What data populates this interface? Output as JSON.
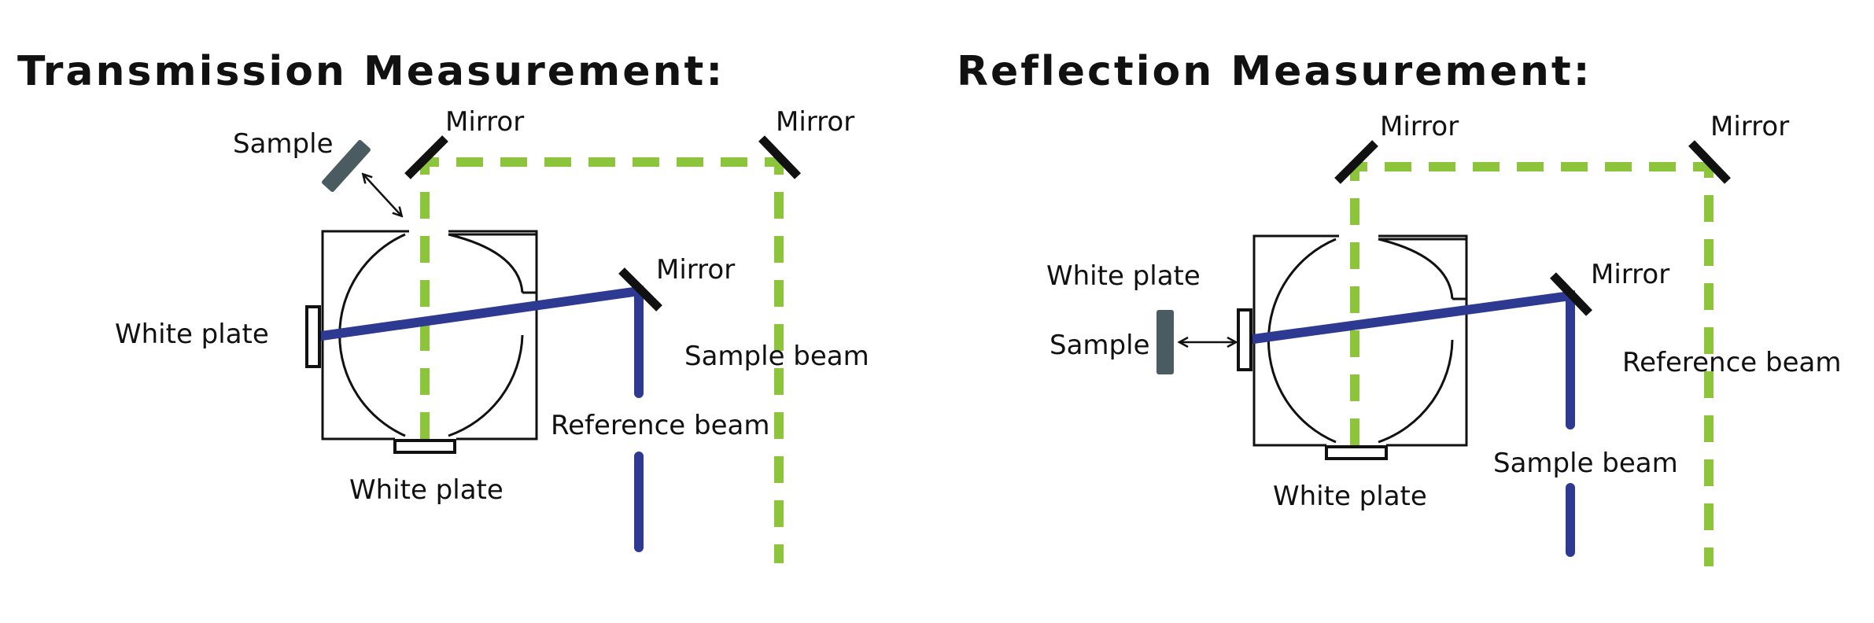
{
  "transmission": {
    "title": "Transmission Measurement:",
    "labels": {
      "sample": "Sample",
      "mirror_top_left": "Mirror",
      "mirror_top_right": "Mirror",
      "mirror_right": "Mirror",
      "white_plate_left": "White plate",
      "white_plate_bottom": "White plate",
      "sample_beam": "Sample beam",
      "reference_beam": "Reference beam"
    }
  },
  "reflection": {
    "title": "Reflection Measurement:",
    "labels": {
      "mirror_top_left": "Mirror",
      "mirror_top_right": "Mirror",
      "mirror_right": "Mirror",
      "white_plate_left": "White plate",
      "sample": "Sample",
      "white_plate_bottom": "White plate",
      "reference_beam": "Reference beam",
      "sample_beam": "Sample beam"
    }
  },
  "colors": {
    "green_beam": "#8cc43c",
    "blue_beam": "#2e3a92",
    "sample_fill": "#4a5b62"
  }
}
